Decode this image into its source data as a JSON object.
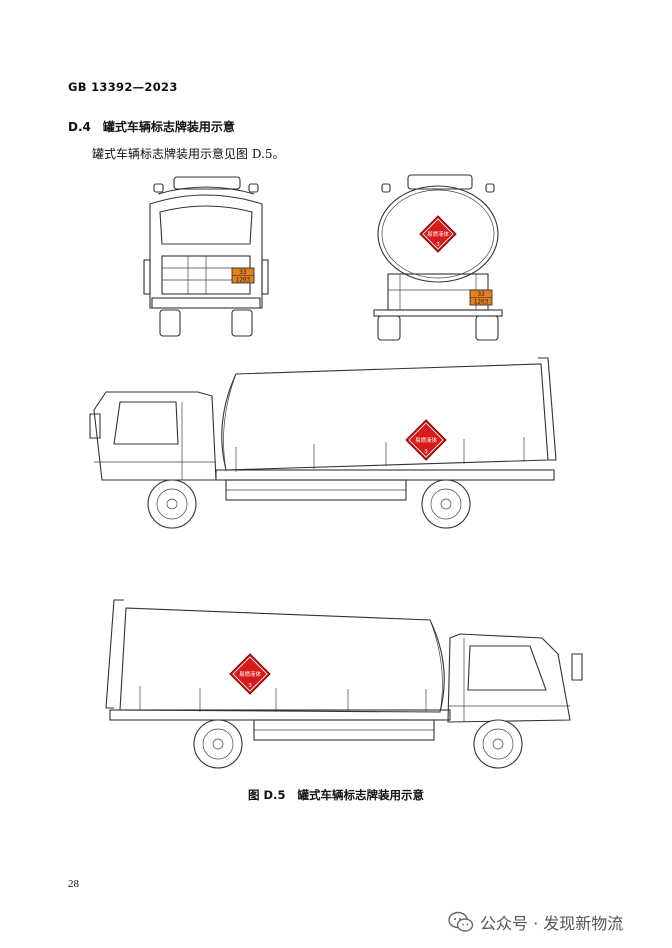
{
  "header": {
    "standard_no": "GB 13392—2023"
  },
  "section": {
    "number": "D.4",
    "title": "罐式车辆标志牌装用示意"
  },
  "paragraph": {
    "text": "罐式车辆标志牌装用示意见图 D.5。"
  },
  "figure": {
    "caption_number": "图 D.5",
    "caption_title": "罐式车辆标志牌装用示意",
    "placard": {
      "text": "易燃液体",
      "class_number": "3"
    },
    "orange_plate": {
      "top_number": "33",
      "bottom_number": "1203"
    }
  },
  "footer": {
    "page_number": "28"
  },
  "watermark": {
    "text": "公众号 · 发现新物流",
    "icon": "wechat-icon"
  },
  "colors": {
    "placard_red": "#d91a1a",
    "plate_orange": "#e6801f"
  }
}
